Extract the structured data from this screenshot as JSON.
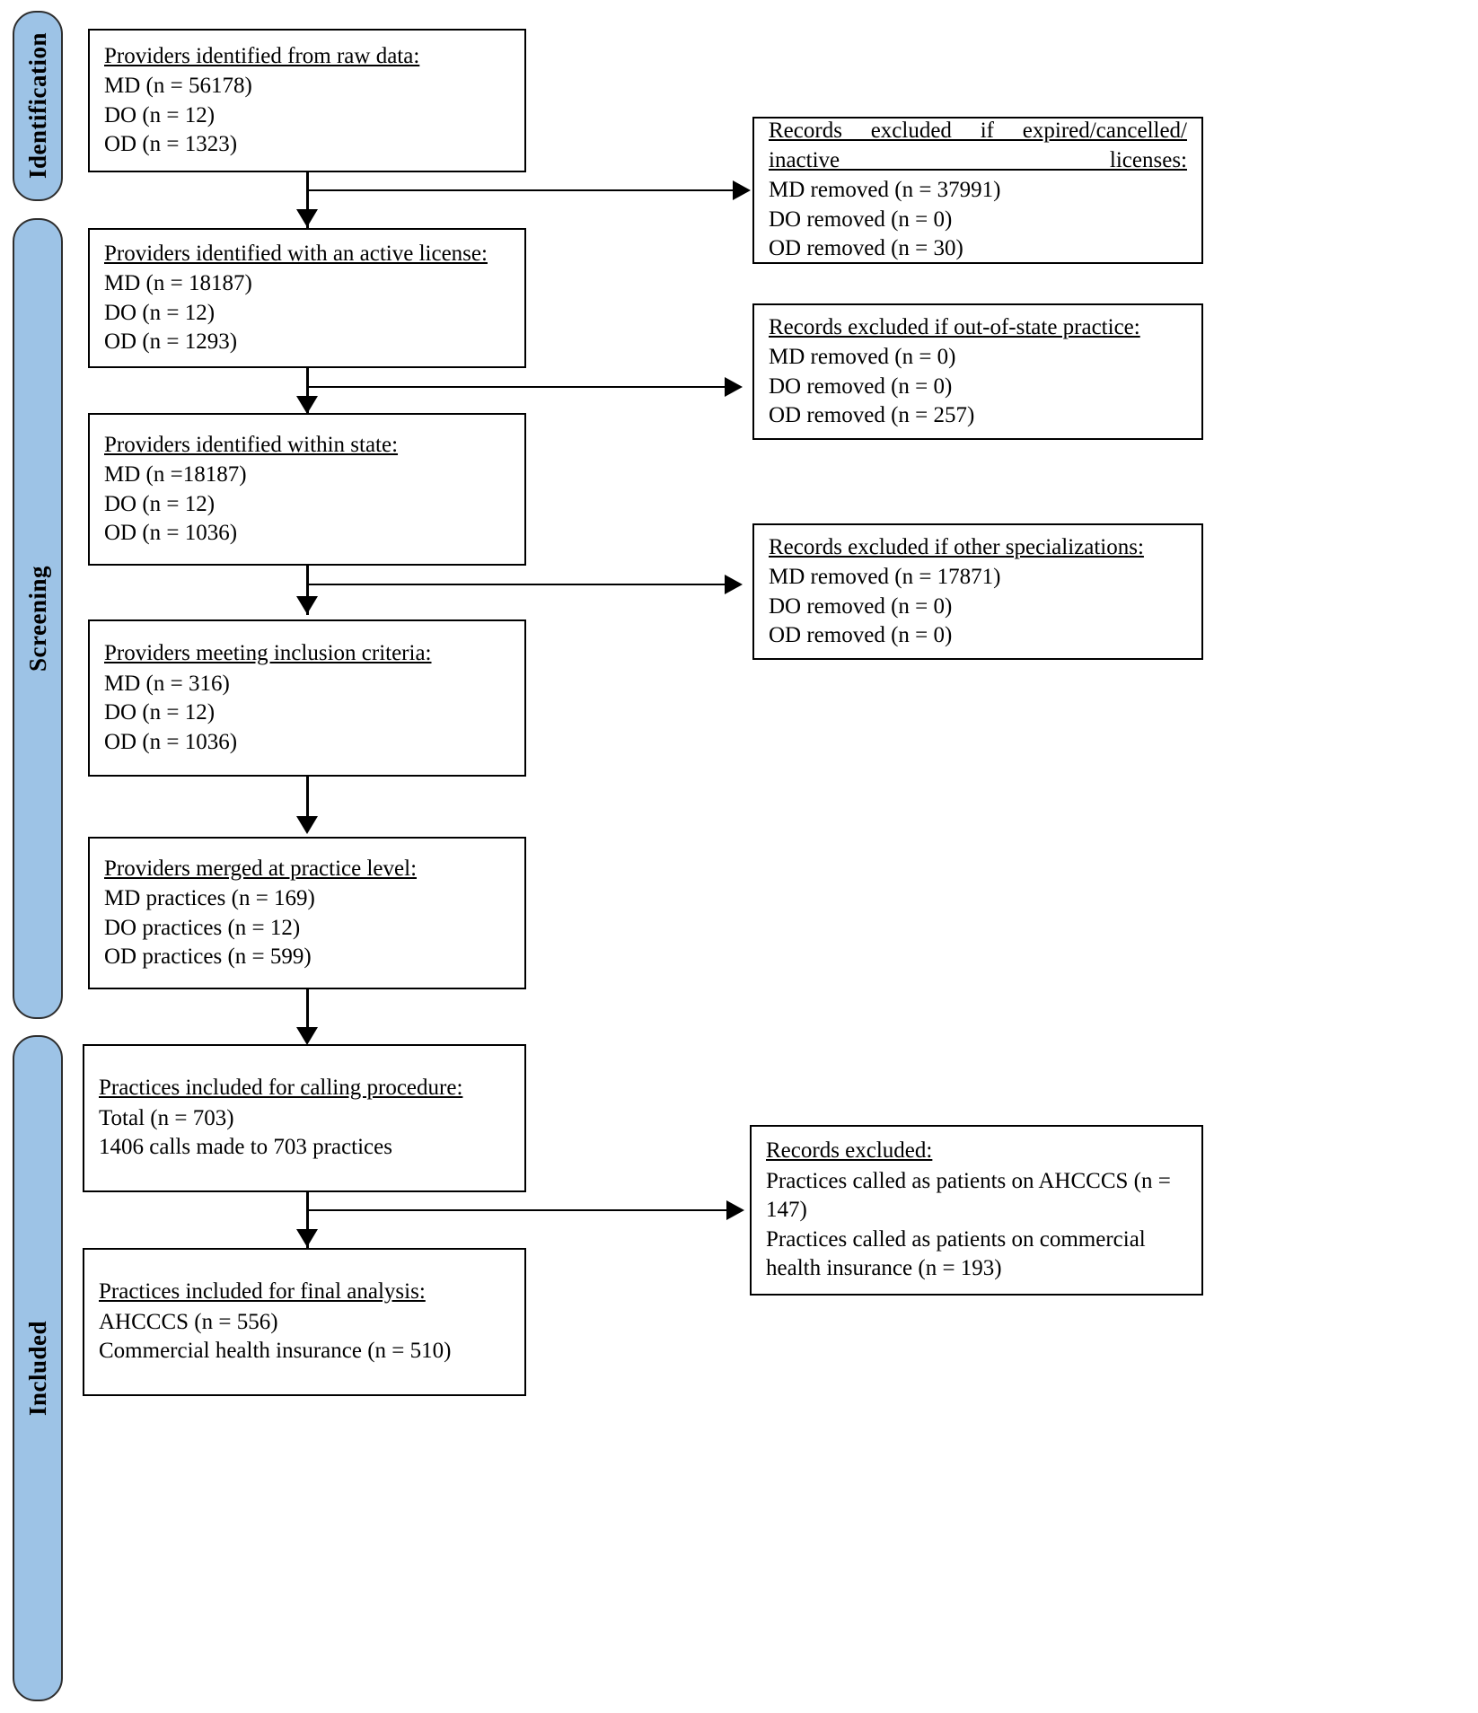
{
  "diagram": {
    "title": "PRISMA provider screening flow diagram",
    "accent_color": "#9dc3e6",
    "border_color": "#000000"
  },
  "stages": [
    {
      "id": "identification",
      "label": "Identification"
    },
    {
      "id": "screening",
      "label": "Screening"
    },
    {
      "id": "included",
      "label": "Included"
    }
  ],
  "flow_boxes": [
    {
      "id": "raw-data",
      "title": "Providers identified from raw data:",
      "lines": [
        "MD (n = 56178)",
        "DO (n = 12)",
        "OD (n = 1323)"
      ]
    },
    {
      "id": "active-license",
      "title": "Providers identified with an active license:",
      "lines": [
        "MD (n = 18187)",
        "DO (n = 12)",
        "OD (n = 1293)"
      ]
    },
    {
      "id": "within-state",
      "title": "Providers identified within state:",
      "lines": [
        "MD (n =18187)",
        "DO (n = 12)",
        "OD (n = 1036)"
      ]
    },
    {
      "id": "inclusion-criteria",
      "title": "Providers meeting inclusion criteria:",
      "lines": [
        "MD (n = 316)",
        "DO (n = 12)",
        "OD (n = 1036)"
      ]
    },
    {
      "id": "merged-practice",
      "title": "Providers merged at practice level:",
      "lines": [
        "MD practices (n = 169)",
        "DO practices (n = 12)",
        "OD practices (n = 599)"
      ]
    },
    {
      "id": "calling-procedure",
      "title": "Practices included for calling procedure:",
      "lines": [
        "Total (n = 703)",
        "1406 calls made to 703 practices"
      ]
    },
    {
      "id": "final-analysis",
      "title": "Practices included for final analysis:",
      "lines": [
        "AHCCCS (n = 556)",
        "Commercial health insurance (n = 510)"
      ]
    }
  ],
  "exclusion_boxes": [
    {
      "id": "excluded-licenses",
      "title": "Records excluded if expired/cancelled/ inactive licenses:",
      "lines": [
        "MD removed (n = 37991)",
        "DO removed (n = 0)",
        "OD removed (n = 30)"
      ]
    },
    {
      "id": "excluded-out-of-state",
      "title": "Records excluded if out-of-state practice:",
      "lines": [
        "MD removed (n = 0)",
        "DO removed (n = 0)",
        "OD removed (n = 257)"
      ]
    },
    {
      "id": "excluded-specializations",
      "title": "Records excluded if other specializations:",
      "lines": [
        "MD removed (n = 17871)",
        "DO removed (n = 0)",
        "OD removed (n = 0)"
      ]
    },
    {
      "id": "excluded-final",
      "title": "Records excluded:",
      "lines": [
        "Practices called as patients on AHCCCS (n = 147)",
        "Practices called as patients on commercial health insurance (n = 193)"
      ]
    }
  ]
}
